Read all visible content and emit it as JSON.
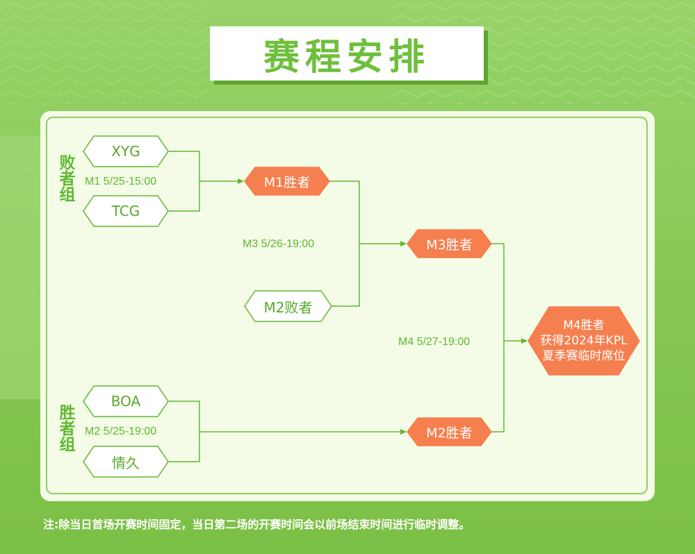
{
  "title": "赛程安排",
  "colors": {
    "green_text": "#5fb830",
    "orange_fill": "#f57f4f",
    "line": "#5fb830",
    "panel": "#f4fbe6"
  },
  "loser_group": {
    "label": "败者组",
    "team_top": "XYG",
    "team_bottom": "TCG",
    "match_info": "M1 5/25-15:00"
  },
  "winner_group": {
    "label": "胜者组",
    "team_top": "BOA",
    "team_bottom": "情久",
    "match_info": "M2 5/25-19:00"
  },
  "round2": {
    "m1_winner": "M1胜者",
    "m2_loser": "M2败者",
    "match_info": "M3 5/26-19:00"
  },
  "round3": {
    "m3_winner": "M3胜者",
    "m2_winner": "M2胜者",
    "match_info": "M4 5/27-19:00"
  },
  "final": {
    "line1": "M4胜者",
    "line2": "获得2024年KPL",
    "line3": "夏季赛临时席位"
  },
  "footnote": "注:除当日首场开赛时间固定，当日第二场的开赛时间会以前场结束时间进行临时调整。"
}
